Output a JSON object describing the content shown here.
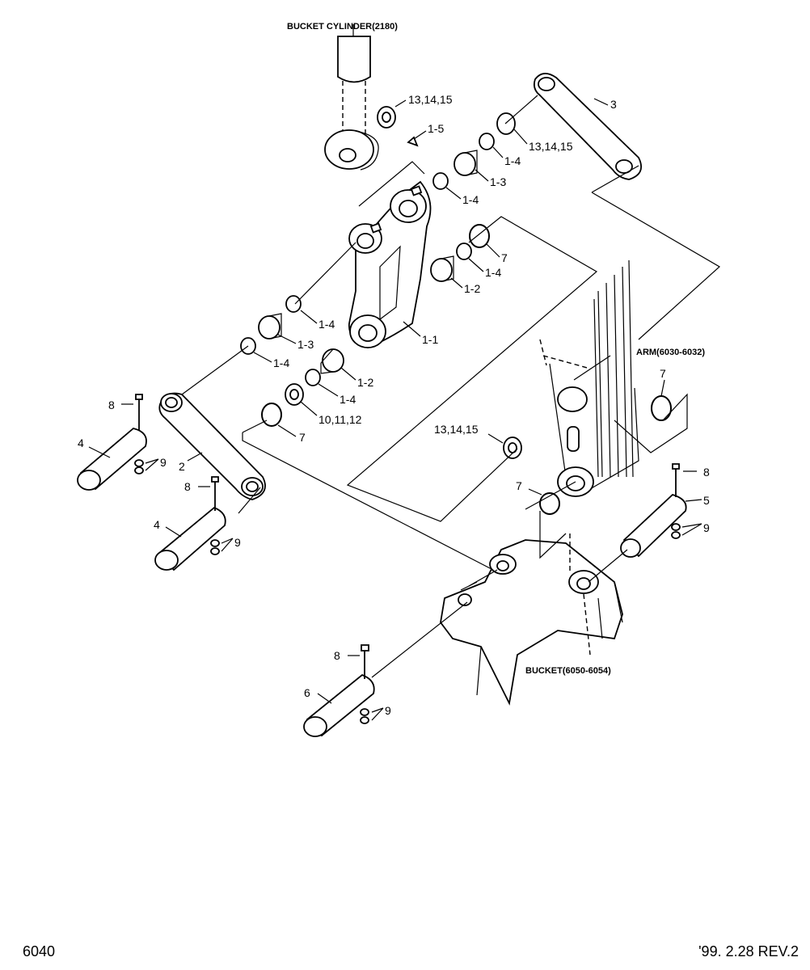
{
  "labels": {
    "bucket_cylinder": "BUCKET CYLINDER(2180)",
    "arm": "ARM(6030-6032)",
    "bucket": "BUCKET(6050-6054)",
    "l_13_14_15_a": "13,14,15",
    "l_13_14_15_b": "13,14,15",
    "l_13_14_15_c": "13,14,15",
    "l_1_5": "1-5",
    "l_3": "3",
    "l_1_4_a": "1-4",
    "l_1_3_a": "1-3",
    "l_1_4_b": "1-4",
    "l_7_a": "7",
    "l_1_4_c": "1-4",
    "l_1_2_a": "1-2",
    "l_1_4_d": "1-4",
    "l_1_3_b": "1-3",
    "l_1_1": "1-1",
    "l_1_4_e": "1-4",
    "l_1_2_b": "1-2",
    "l_1_4_f": "1-4",
    "l_10_11_12": "10,11,12",
    "l_7_b": "7",
    "l_7_c": "7",
    "l_7_d": "7",
    "l_8_a": "8",
    "l_8_b": "8",
    "l_8_c": "8",
    "l_8_d": "8",
    "l_4_a": "4",
    "l_4_b": "4",
    "l_2": "2",
    "l_9_a": "9",
    "l_9_b": "9",
    "l_9_c": "9",
    "l_9_d": "9",
    "l_5": "5",
    "l_6": "6"
  },
  "footer": {
    "page_number": "6040",
    "revision": "'99. 2.28 REV.2"
  }
}
